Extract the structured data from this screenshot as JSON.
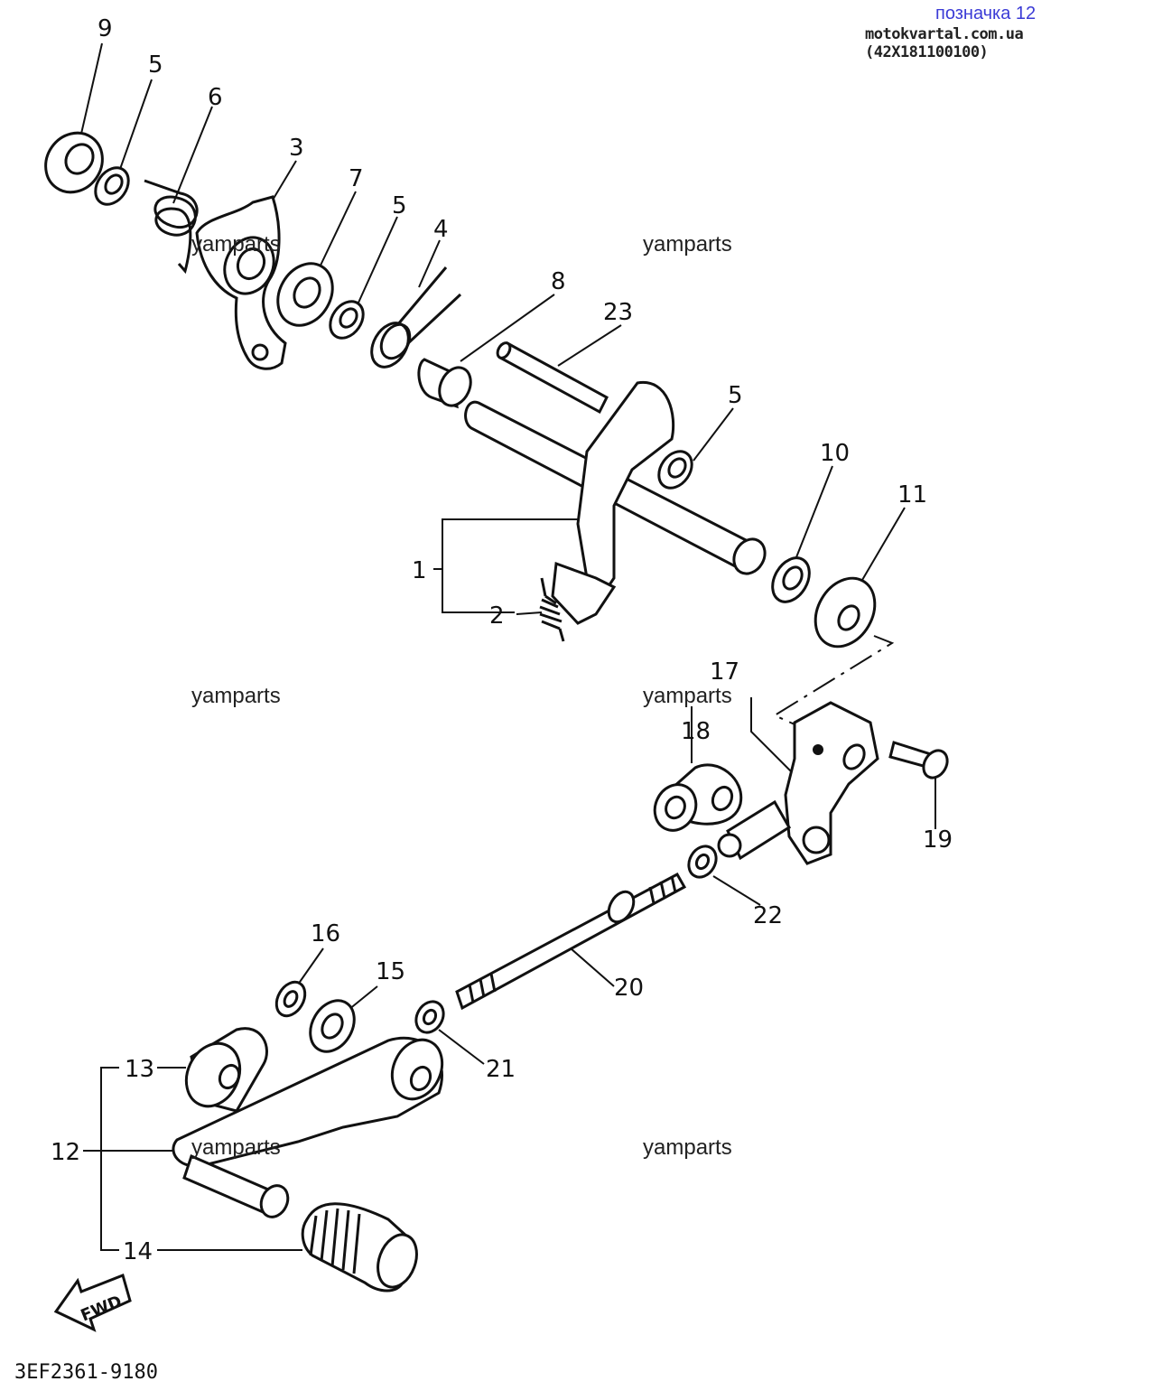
{
  "header": {
    "title": "позначка 12",
    "subtitle": "motokvartal.com.ua (42X181100100)"
  },
  "watermarks": [
    "yamparts",
    "yamparts",
    "yamparts",
    "yamparts",
    "yamparts",
    "yamparts"
  ],
  "part_labels": [
    "9",
    "5",
    "6",
    "3",
    "7",
    "5",
    "4",
    "8",
    "23",
    "5",
    "10",
    "11",
    "1",
    "2",
    "17",
    "18",
    "19",
    "22",
    "20",
    "16",
    "15",
    "21",
    "13",
    "12",
    "14"
  ],
  "fwd_label": "FWD",
  "diagram_code": "3EF2361-9180"
}
